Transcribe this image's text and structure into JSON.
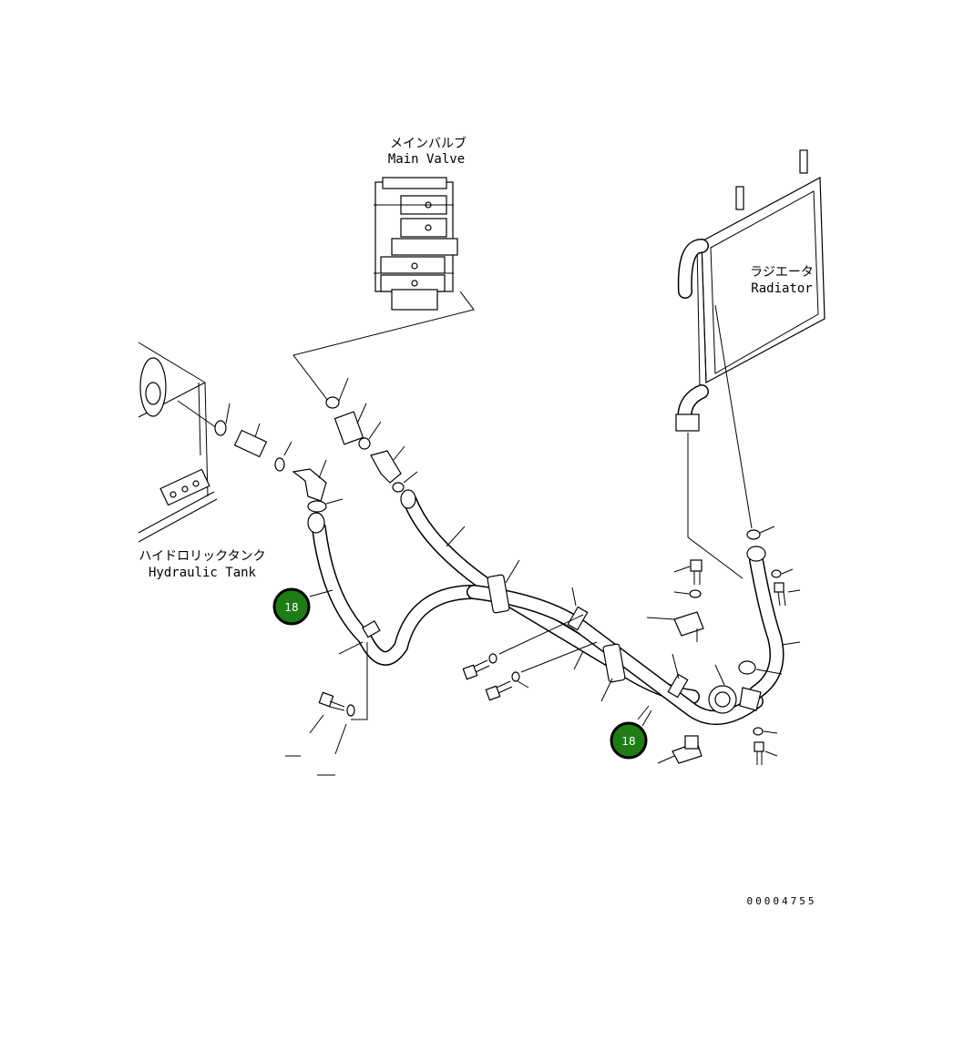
{
  "labels": {
    "main_valve_jp": "メインバルブ",
    "main_valve_en": "Main Valve",
    "radiator_jp": "ラジエータ",
    "radiator_en": "Radiator",
    "tank_jp": "ハイドロリックタンク",
    "tank_en": "Hydraulic Tank"
  },
  "callouts": [
    {
      "label": "18"
    },
    {
      "label": "18"
    }
  ],
  "drawing_code": "00004755",
  "colors": {
    "badge_fill": "#1e7d14",
    "badge_ring": "#000000",
    "line": "#000000"
  }
}
